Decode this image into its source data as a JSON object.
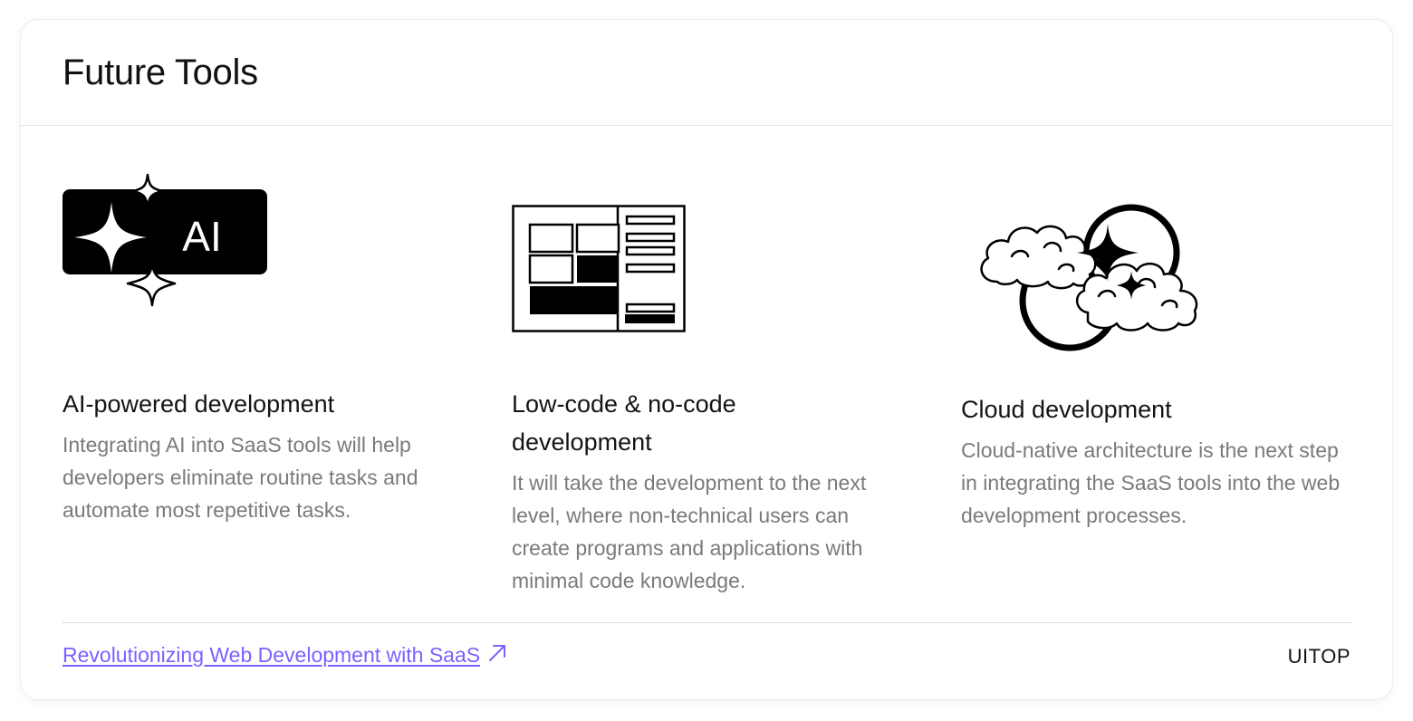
{
  "header": {
    "title": "Future Tools"
  },
  "features": [
    {
      "icon": "ai-sparkles-icon",
      "badge_text": "AI",
      "title": "AI-powered development",
      "description": "Integrating AI into SaaS tools will help developers eliminate routine tasks and automate most repetitive tasks."
    },
    {
      "icon": "low-code-layout-icon",
      "title": "Low-code & no-code development",
      "description": "It will take the development to the next level, where non-technical users can create programs and applications with minimal code knowledge."
    },
    {
      "icon": "cloud-icon",
      "title": "Cloud development",
      "description": "Cloud-native architecture is the next step in integrating the SaaS tools into the web development processes."
    }
  ],
  "footer": {
    "link_text": "Revolutionizing Web Development with SaaS",
    "link_icon": "arrow-up-right-icon",
    "brand": "UITOP"
  },
  "colors": {
    "link": "#7b61ff",
    "text_primary": "#141414",
    "text_secondary": "#7a7a7a"
  }
}
